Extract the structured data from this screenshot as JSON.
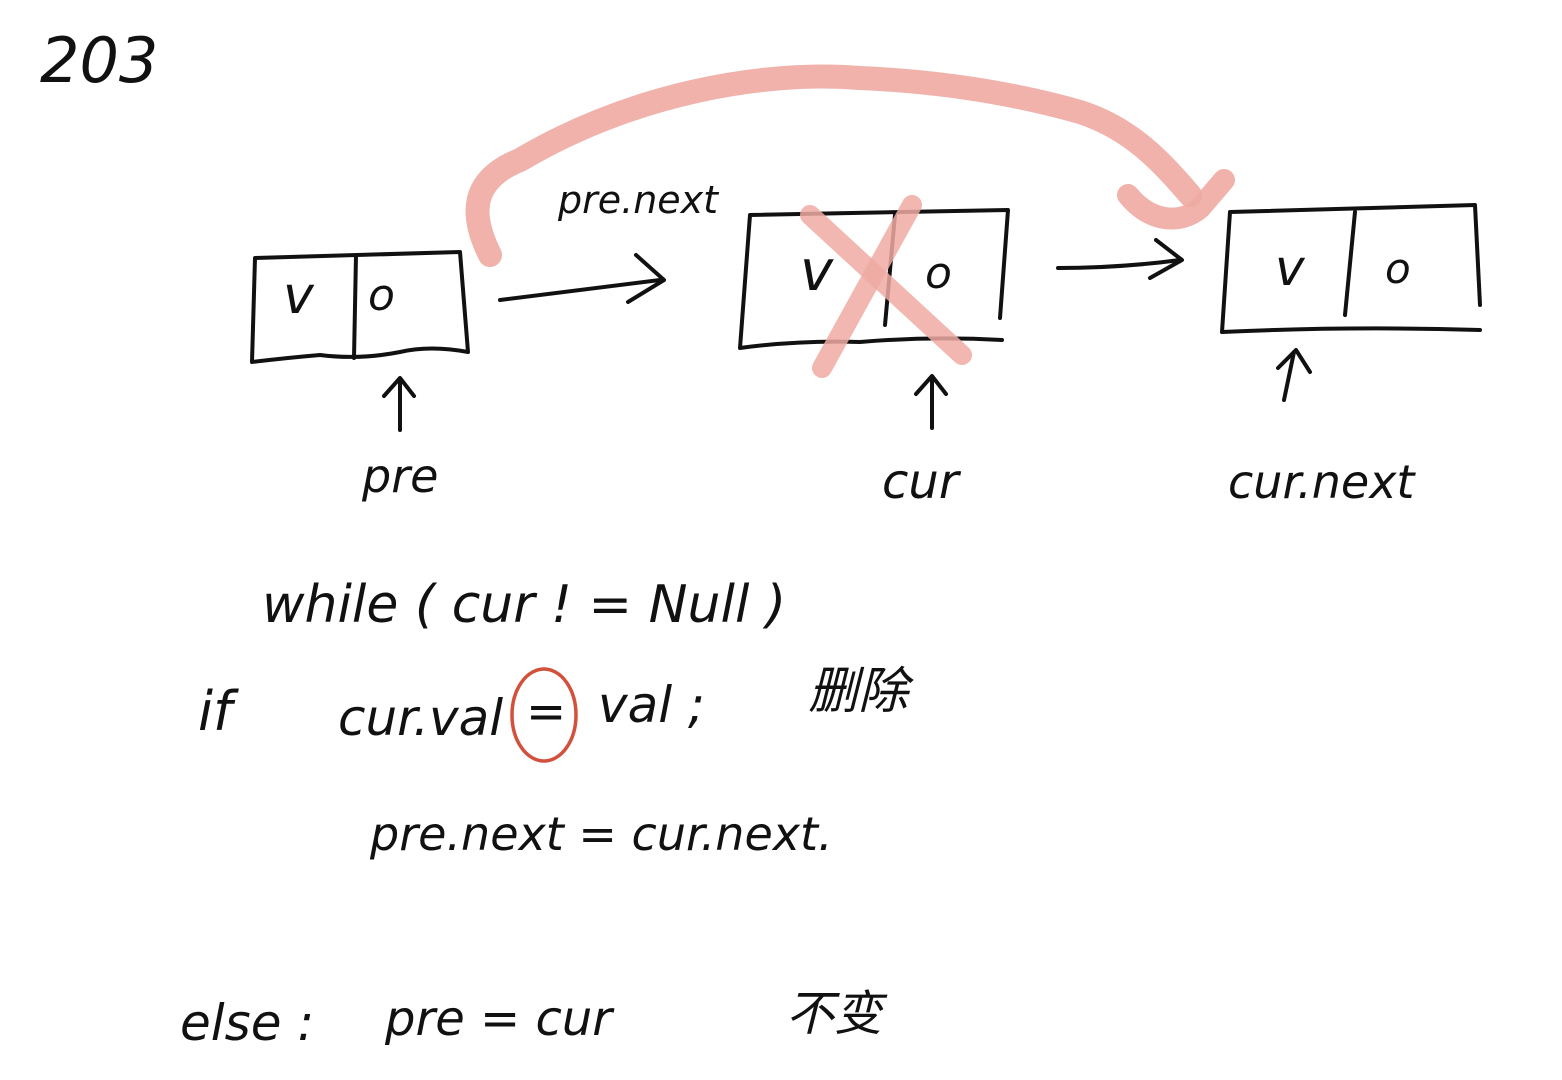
{
  "page_number": "203",
  "colors": {
    "ink": "#111111",
    "highlight": "#eeaaa2",
    "circle": "#d2503c"
  },
  "nodes": [
    {
      "left": "v",
      "right": "o",
      "pointer": "pre"
    },
    {
      "left": "v",
      "right": "o",
      "pointer": "cur"
    },
    {
      "left": "v",
      "right": "o",
      "pointer": "cur.next"
    }
  ],
  "arrows": {
    "pre_to_cur_label": "pre.next"
  },
  "code": {
    "line1": "while ( cur ! = Null )",
    "line2_kw": "if",
    "line2_lhs": "cur.val",
    "line2_op": "=",
    "line2_rhs": "val ;",
    "line2_note": "删除",
    "line3": "pre.next = cur.next.",
    "line4_kw": "else :",
    "line4_stmt": "pre = cur",
    "line4_note": "不变"
  }
}
